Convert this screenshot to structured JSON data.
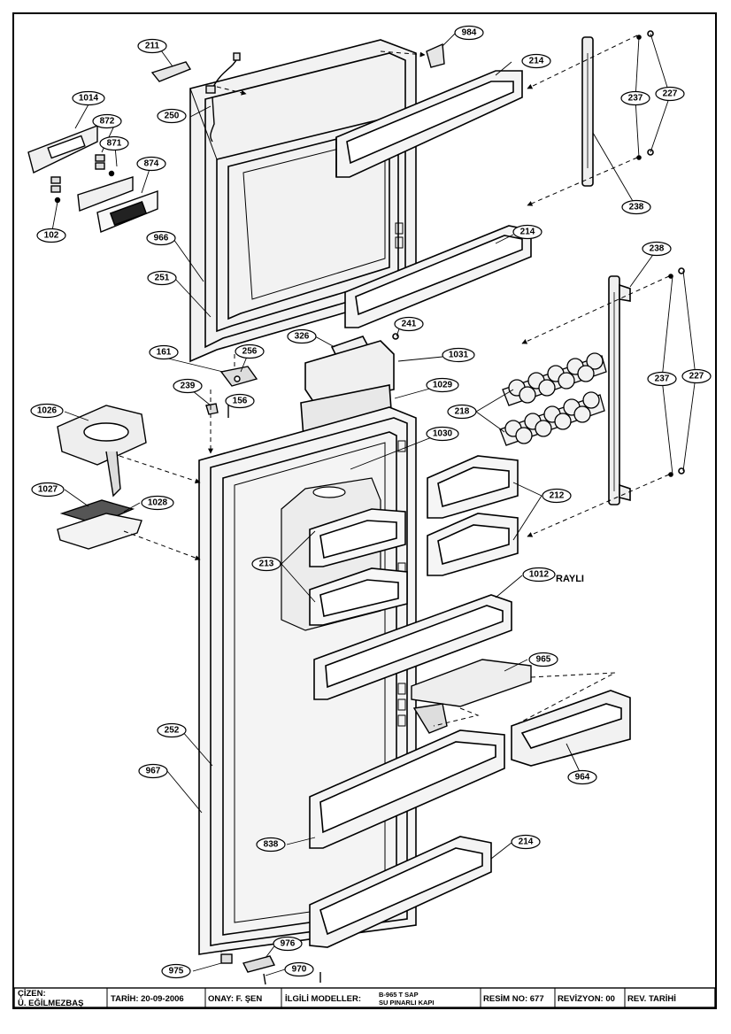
{
  "callouts": [
    {
      "id": "211",
      "part": "door-top-cover"
    },
    {
      "id": "984",
      "part": "hinge-bracket"
    },
    {
      "id": "214",
      "part": "upper-door-shelf-1"
    },
    {
      "id": "1014",
      "part": "display-panel-frame"
    },
    {
      "id": "872",
      "part": "button-caps"
    },
    {
      "id": "250",
      "part": "cable-harness"
    },
    {
      "id": "871",
      "part": "button-holder"
    },
    {
      "id": "874",
      "part": "display-board"
    },
    {
      "id": "237",
      "part": "handle-screw-upper"
    },
    {
      "id": "227",
      "part": "handle-cap-upper"
    },
    {
      "id": "102",
      "part": "panel-screw"
    },
    {
      "id": "238",
      "part": "upper-door-handle"
    },
    {
      "id": "966",
      "part": "freezer-door-gasket"
    },
    {
      "id": "214",
      "part": "upper-door-shelf-2"
    },
    {
      "id": "238",
      "part": "lower-door-handle"
    },
    {
      "id": "251",
      "part": "freezer-door"
    },
    {
      "id": "241",
      "part": "plug"
    },
    {
      "id": "326",
      "part": "dispenser-lid"
    },
    {
      "id": "161",
      "part": "middle-hinge"
    },
    {
      "id": "256",
      "part": "hinge-plate"
    },
    {
      "id": "1031",
      "part": "tank-cover"
    },
    {
      "id": "237",
      "part": "handle-screw-lower"
    },
    {
      "id": "227",
      "part": "handle-cap-lower"
    },
    {
      "id": "239",
      "part": "hinge-bush"
    },
    {
      "id": "1029",
      "part": "water-tank"
    },
    {
      "id": "156",
      "part": "hinge-pin"
    },
    {
      "id": "1026",
      "part": "dispenser-housing"
    },
    {
      "id": "218",
      "part": "egg-trays"
    },
    {
      "id": "1030",
      "part": "water-valve"
    },
    {
      "id": "212",
      "part": "small-door-shelves"
    },
    {
      "id": "1027",
      "part": "drip-grid"
    },
    {
      "id": "1028",
      "part": "drip-tray"
    },
    {
      "id": "213",
      "part": "tank-shelves"
    },
    {
      "id": "1012",
      "part": "rail-shelf"
    },
    {
      "id": "965",
      "part": "bottle-holder"
    },
    {
      "id": "252",
      "part": "fridge-door"
    },
    {
      "id": "964",
      "part": "bottle-shelf"
    },
    {
      "id": "967",
      "part": "fridge-door-gasket"
    },
    {
      "id": "838",
      "part": "lower-door-shelf"
    },
    {
      "id": "214",
      "part": "bottom-door-shelf"
    },
    {
      "id": "976",
      "part": "bottom-hinge-cover"
    },
    {
      "id": "975",
      "part": "bottom-hinge-bush"
    },
    {
      "id": "970",
      "part": "bottom-hinge-screw"
    }
  ],
  "notes": {
    "rayli": "RAYLI"
  },
  "title_block": {
    "drawn_by_label": "ÇİZEN:",
    "drawn_by_name": "Ü. EĞİLMEZBAŞ",
    "date": "TARİH: 20-09-2006",
    "approved": "ONAY: F. ŞEN",
    "related_models_label": "İLGİLİ MODELLER:",
    "related_model_1": "B-965 T SAP",
    "related_model_2": "SU PINARLI KAPI",
    "drawing_no": "RESİM NO: 677",
    "revision": "REVİZYON: 00",
    "revision_date": "REV. TARİHİ"
  }
}
